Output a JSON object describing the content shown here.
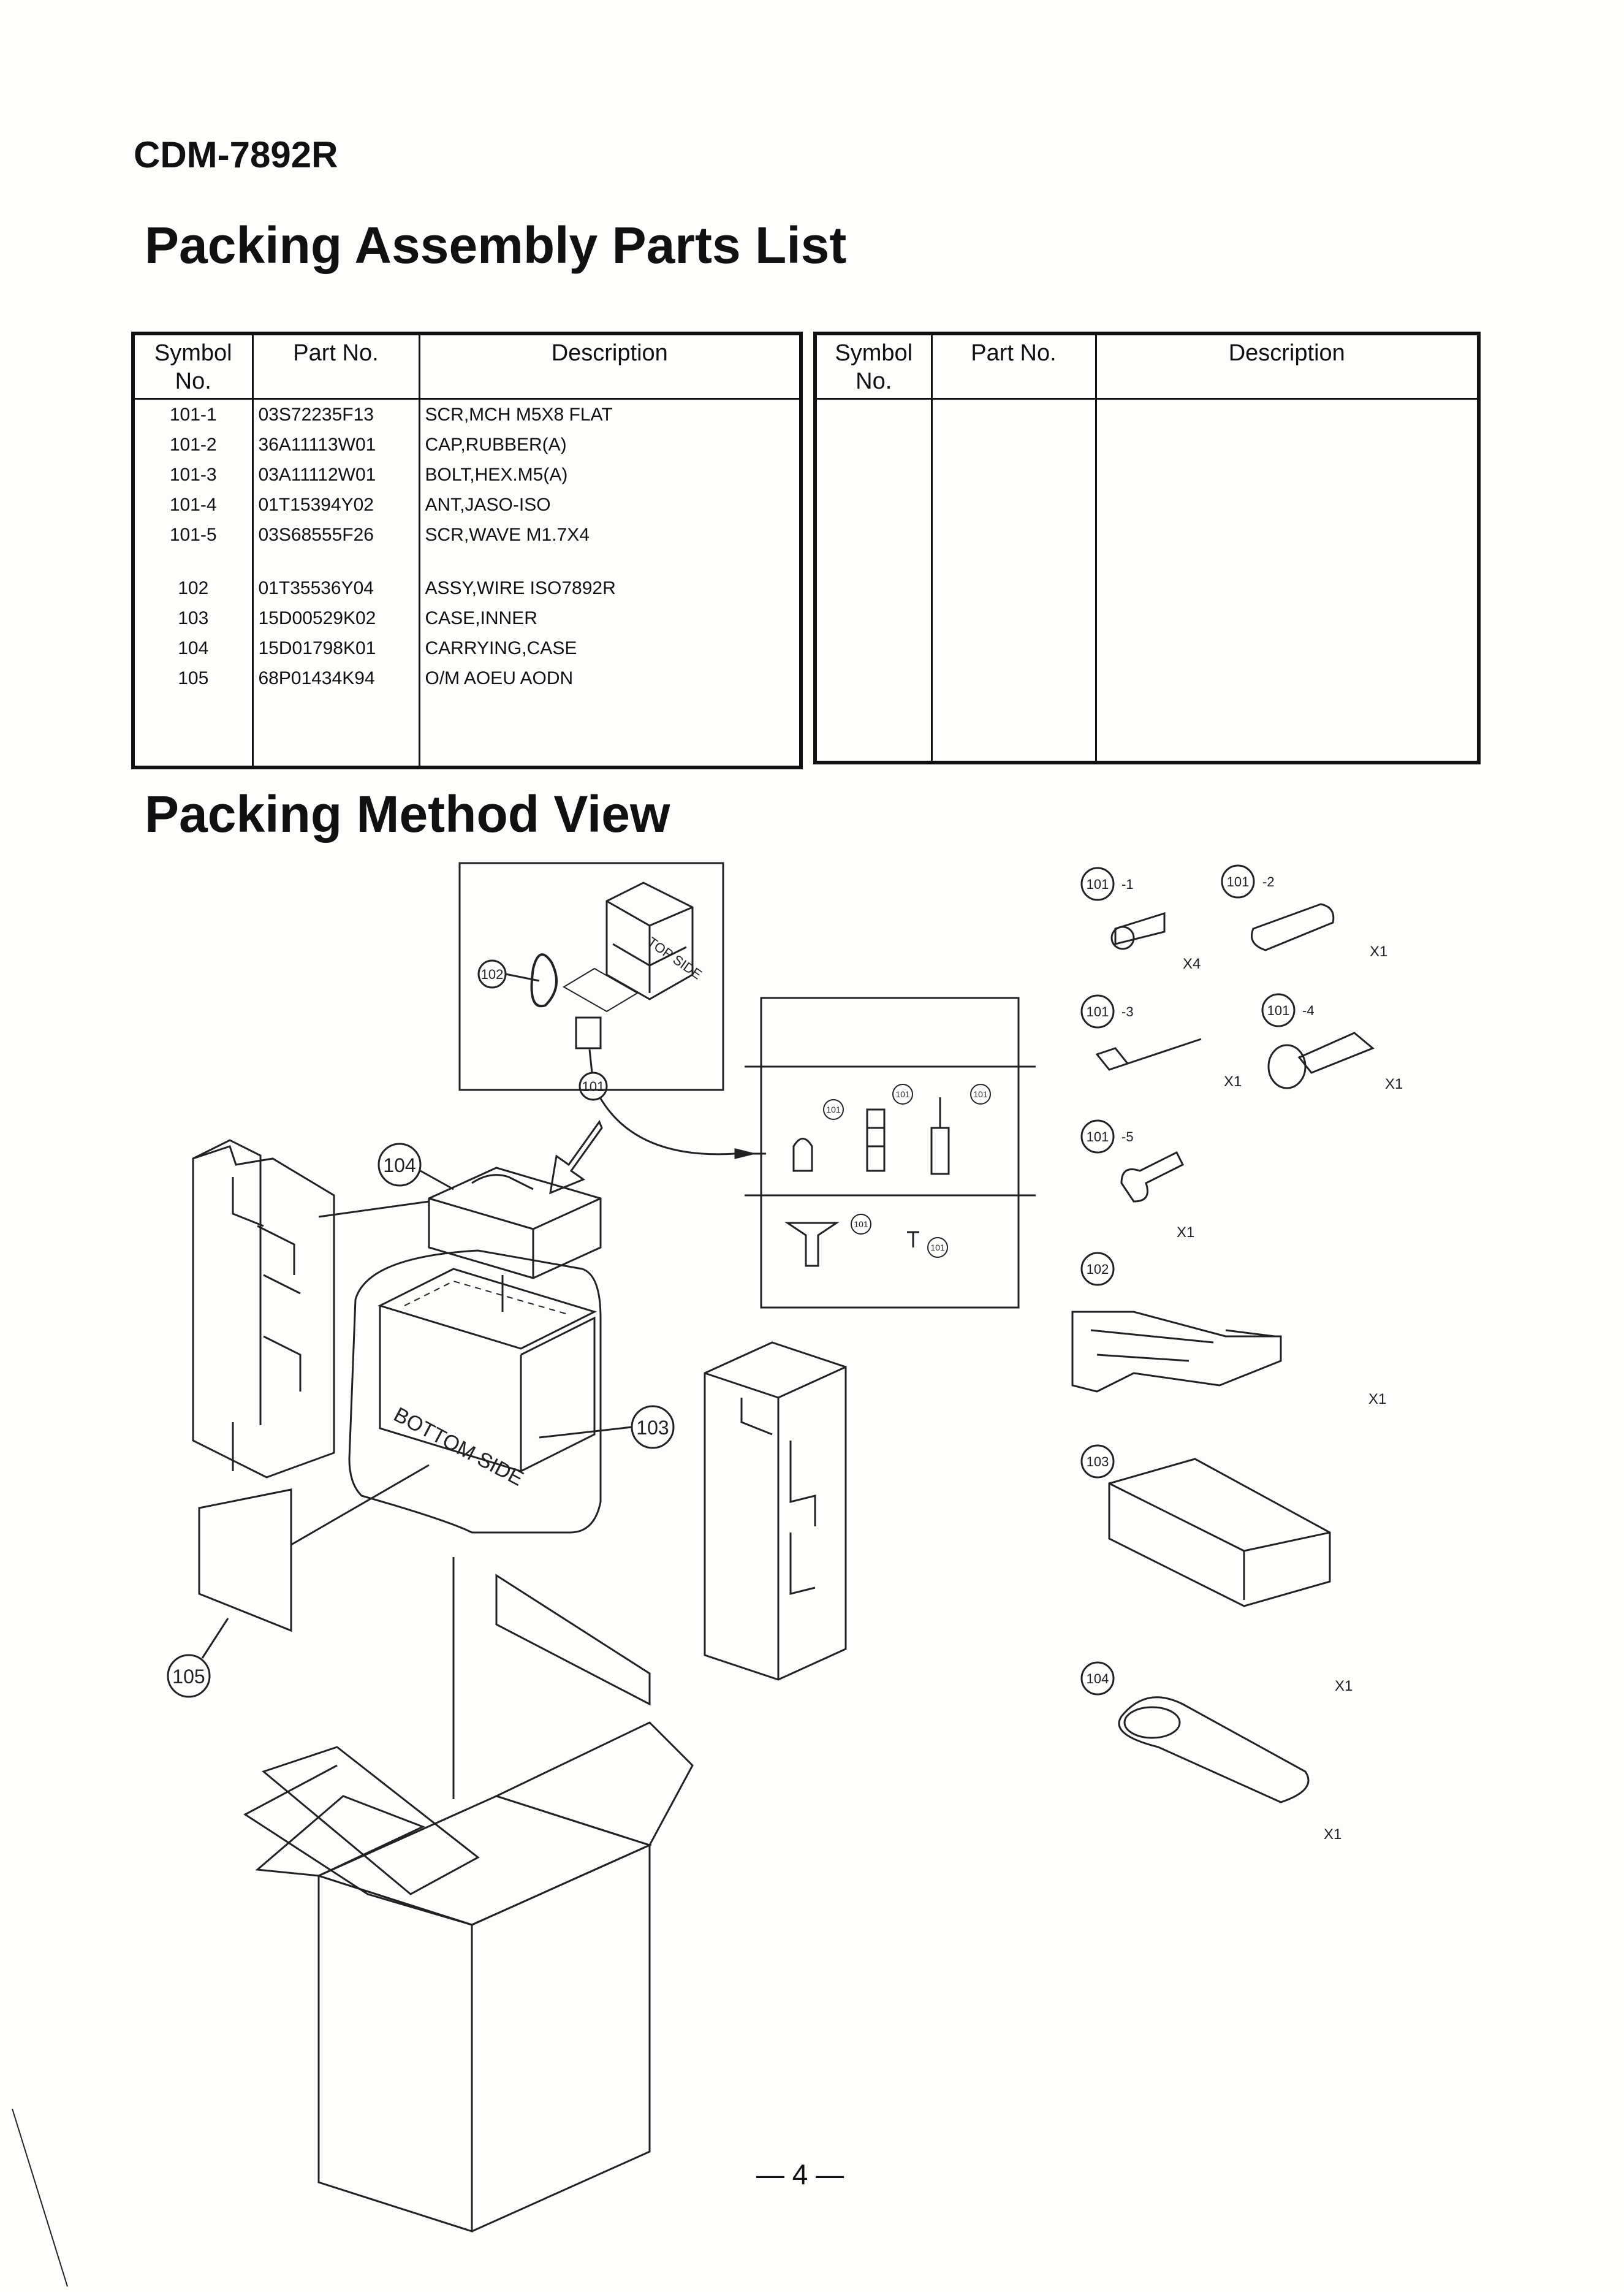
{
  "header": {
    "model": "CDM-7892R"
  },
  "sections": {
    "parts_list_title": "Packing Assembly Parts List",
    "method_view_title": "Packing Method View"
  },
  "table": {
    "col_symbol": "Symbol No.",
    "col_partno": "Part No.",
    "col_description": "Description",
    "rows": [
      {
        "symbol": "101-1",
        "part_no": "03S72235F13",
        "description": "SCR,MCH M5X8 FLAT"
      },
      {
        "symbol": "101-2",
        "part_no": "36A11113W01",
        "description": "CAP,RUBBER(A)"
      },
      {
        "symbol": "101-3",
        "part_no": "03A11112W01",
        "description": "BOLT,HEX.M5(A)"
      },
      {
        "symbol": "101-4",
        "part_no": "01T15394Y02",
        "description": "ANT,JASO-ISO"
      },
      {
        "symbol": "101-5",
        "part_no": "03S68555F26",
        "description": "SCR,WAVE M1.7X4"
      },
      {
        "symbol": "102",
        "part_no": "01T35536Y04",
        "description": "ASSY,WIRE ISO7892R"
      },
      {
        "symbol": "103",
        "part_no": "15D00529K02",
        "description": "CASE,INNER"
      },
      {
        "symbol": "104",
        "part_no": "15D01798K01",
        "description": "CARRYING,CASE"
      },
      {
        "symbol": "105",
        "part_no": "68P01434K94",
        "description": "O/M AOEU AODN"
      }
    ]
  },
  "diagram": {
    "callouts": {
      "c101": "101",
      "c102": "102",
      "c103": "103",
      "c104": "104",
      "c105": "105",
      "s1": "-1",
      "s2": "-2",
      "s3": "-3",
      "s4": "-4",
      "s5": "-5"
    },
    "quantities": {
      "x1": "X1",
      "x4": "X4"
    },
    "box_labels": {
      "top_side": "TOP SIDE",
      "bottom_side": "BOTTOM SIDE"
    }
  },
  "footer": {
    "page_number": "— 4 —"
  }
}
